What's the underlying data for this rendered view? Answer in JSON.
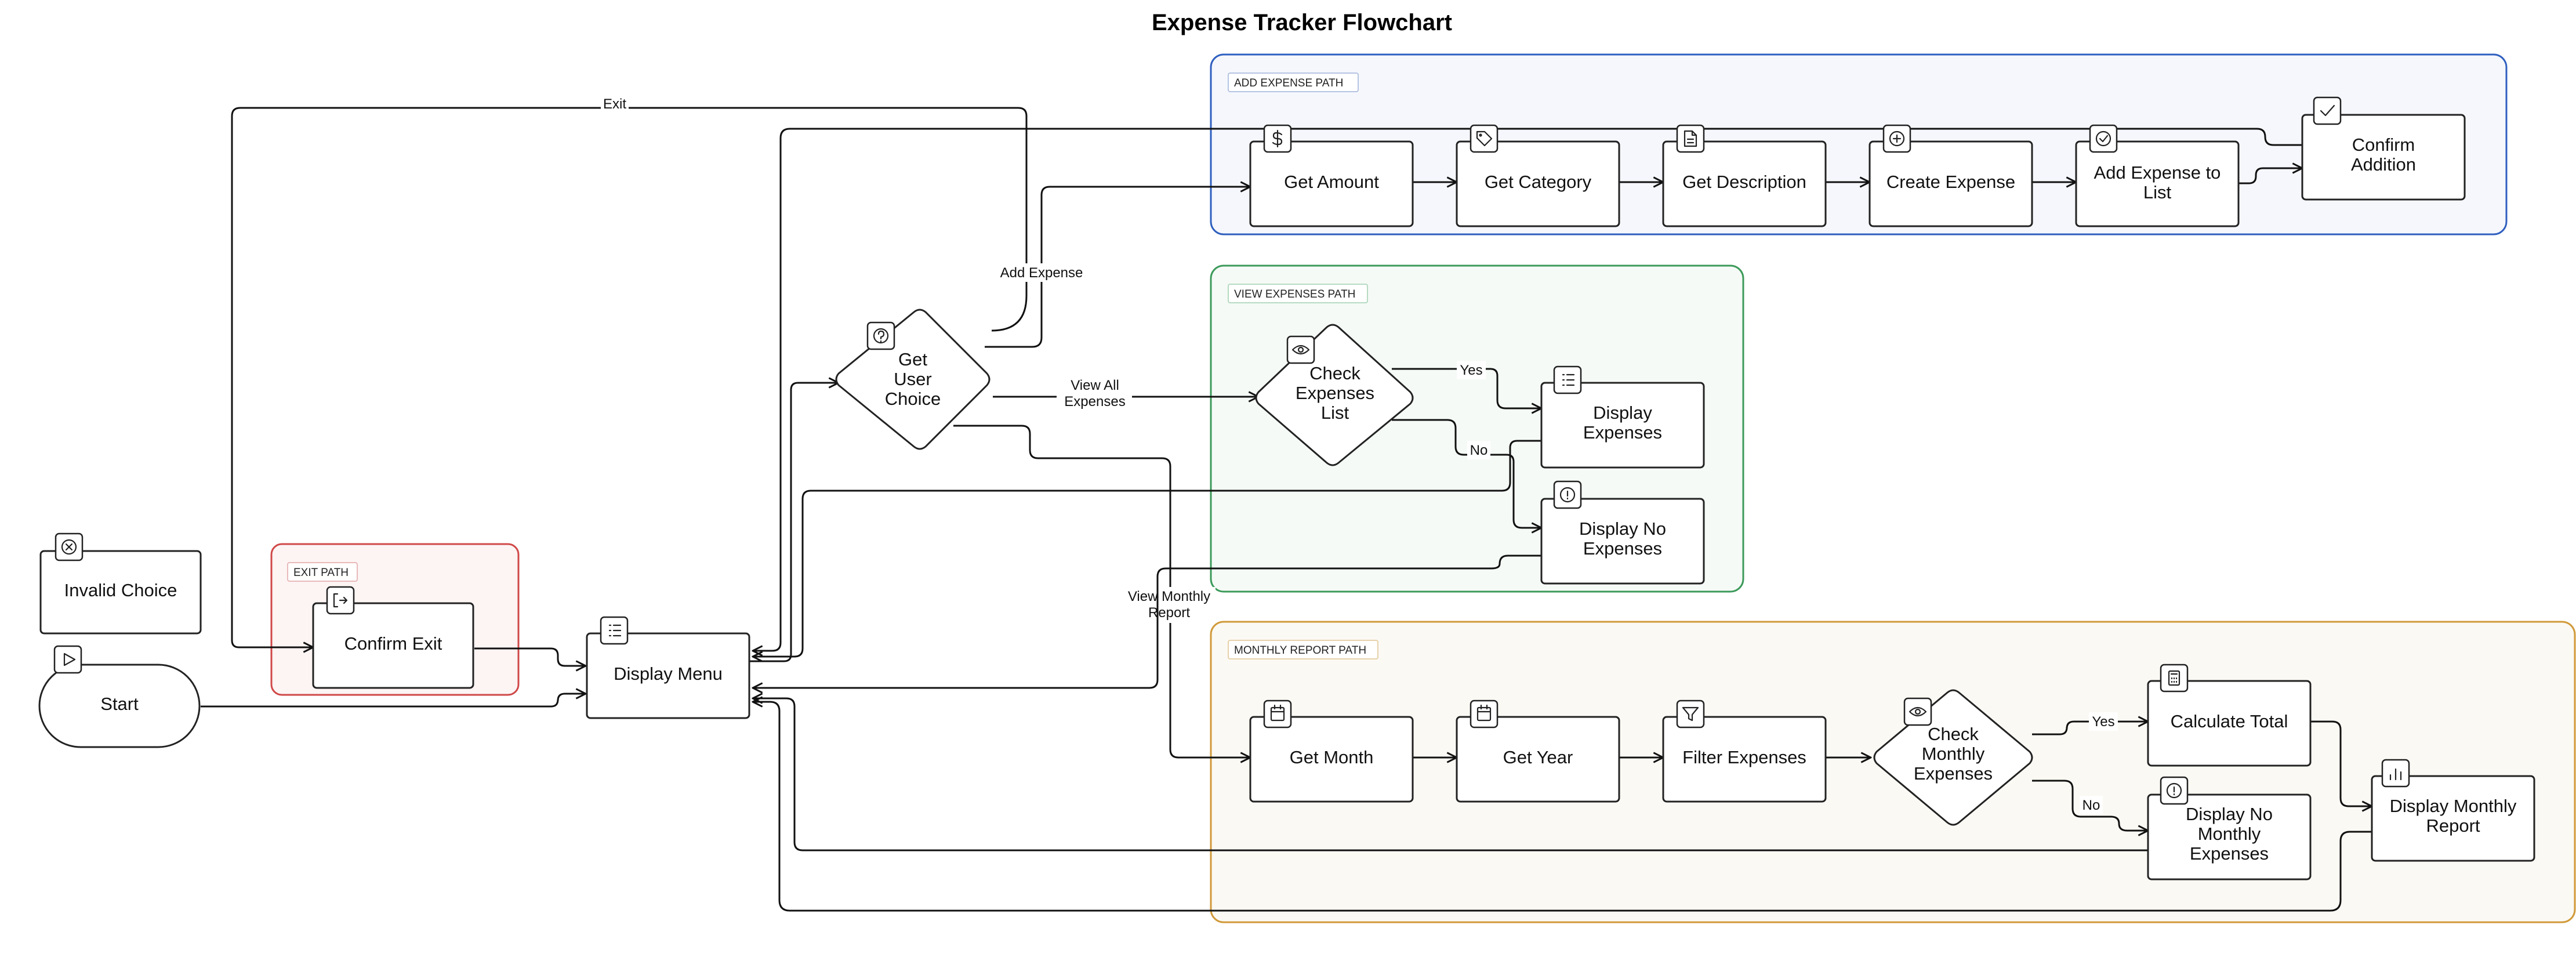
{
  "title": "Expense Tracker Flowchart",
  "groups": {
    "add": "ADD EXPENSE PATH",
    "view": "VIEW EXPENSES PATH",
    "monthly": "MONTHLY REPORT PATH",
    "exit": "EXIT PATH"
  },
  "nodes": {
    "start": "Start",
    "invalid_choice": "Invalid Choice",
    "confirm_exit": "Confirm Exit",
    "display_menu": "Display Menu",
    "get_user_choice": [
      "Get",
      "User",
      "Choice"
    ],
    "get_amount": "Get Amount",
    "get_category": "Get Category",
    "get_description": "Get Description",
    "create_expense": "Create Expense",
    "add_expense_to_list": [
      "Add Expense to",
      "List"
    ],
    "confirm_addition": [
      "Confirm",
      "Addition"
    ],
    "check_expenses_list": [
      "Check",
      "Expenses",
      "List"
    ],
    "display_expenses": [
      "Display",
      "Expenses"
    ],
    "display_no_expenses": [
      "Display No",
      "Expenses"
    ],
    "get_month": "Get Month",
    "get_year": "Get Year",
    "filter_expenses": "Filter Expenses",
    "check_monthly_expenses": [
      "Check",
      "Monthly",
      "Expenses"
    ],
    "calculate_total": "Calculate Total",
    "display_no_monthly_expenses": [
      "Display No",
      "Monthly",
      "Expenses"
    ],
    "display_monthly_report": [
      "Display Monthly",
      "Report"
    ]
  },
  "edge_labels": {
    "exit": "Exit",
    "add_expense": "Add Expense",
    "view_all_expenses": [
      "View All",
      "Expenses"
    ],
    "view_monthly_report": [
      "View Monthly",
      "Report"
    ],
    "yes_list": "Yes",
    "no_list": "No",
    "yes_monthly": "Yes",
    "no_monthly": "No"
  },
  "icons": {
    "start": "play-icon",
    "invalid_choice": "x-circle-icon",
    "confirm_exit": "logout-icon",
    "display_menu": "list-icon",
    "get_user_choice": "help-circle-icon",
    "get_amount": "dollar-icon",
    "get_category": "tag-icon",
    "get_description": "file-text-icon",
    "create_expense": "plus-circle-icon",
    "add_expense_to_list": "check-circle-icon",
    "confirm_addition": "check-icon",
    "check_expenses_list": "eye-icon",
    "display_expenses": "list-icon",
    "display_no_expenses": "alert-circle-icon",
    "get_month": "calendar-icon",
    "get_year": "calendar-icon",
    "filter_expenses": "filter-icon",
    "check_monthly_expenses": "eye-icon",
    "calculate_total": "calculator-icon",
    "display_no_monthly_expenses": "alert-circle-icon",
    "display_monthly_report": "bar-chart-icon"
  },
  "colors": {
    "add_border": "#2f5fbf",
    "add_fill": "#f5f7fc",
    "view_border": "#3c9a5a",
    "view_fill": "#f5faf6",
    "monthly_border": "#d19a3a",
    "monthly_fill": "#fbf9f4",
    "exit_border": "#d04848",
    "exit_fill": "#fdf4f4"
  }
}
